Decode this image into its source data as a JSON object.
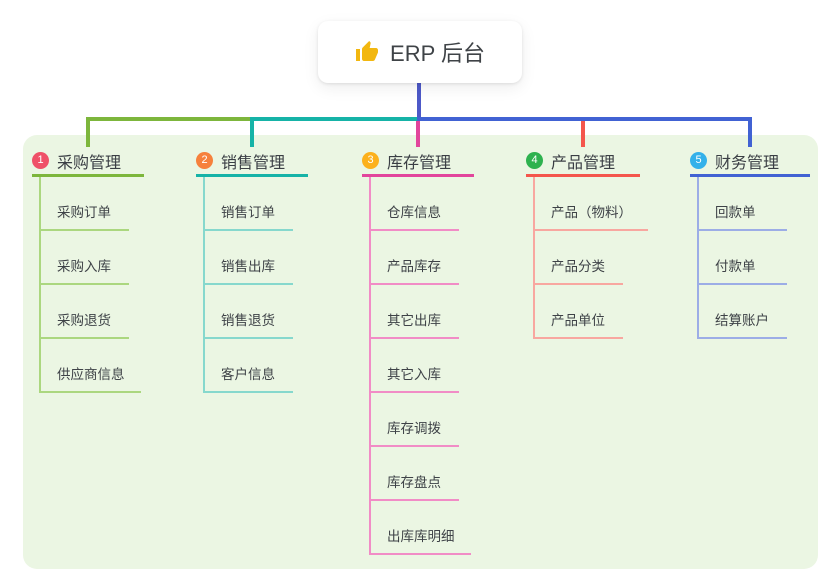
{
  "root": {
    "title": "ERP 后台",
    "icon": "thumbs-up-icon",
    "connector_color": "#4d59c8"
  },
  "canvas": {
    "page_bg": "#ffffff",
    "panel_bg": "#ebf6e3",
    "text_color": "#3e4247"
  },
  "branches": [
    {
      "index": "1",
      "label": "采购管理",
      "badge_color": "#ef5168",
      "line_color": "#7db63c",
      "child_line_color": "#abd77f",
      "children": [
        "采购订单",
        "采购入库",
        "采购退货",
        "供应商信息"
      ]
    },
    {
      "index": "2",
      "label": "销售管理",
      "badge_color": "#f6813c",
      "line_color": "#16b3a7",
      "child_line_color": "#86d8cd",
      "children": [
        "销售订单",
        "销售出库",
        "销售退货",
        "客户信息"
      ]
    },
    {
      "index": "3",
      "label": "库存管理",
      "badge_color": "#fcb11c",
      "line_color": "#e2459c",
      "child_line_color": "#f18cc6",
      "children": [
        "仓库信息",
        "产品库存",
        "其它出库",
        "其它入库",
        "库存调拨",
        "库存盘点",
        "出库库明细"
      ]
    },
    {
      "index": "4",
      "label": "产品管理",
      "badge_color": "#2eb24f",
      "line_color": "#f4564c",
      "child_line_color": "#f8a7a0",
      "children": [
        "产品（物料）",
        "产品分类",
        "产品单位"
      ]
    },
    {
      "index": "5",
      "label": "财务管理",
      "badge_color": "#33b1ea",
      "line_color": "#4162d3",
      "child_line_color": "#9cade6",
      "children": [
        "回款单",
        "付款单",
        "结算账户"
      ]
    }
  ]
}
